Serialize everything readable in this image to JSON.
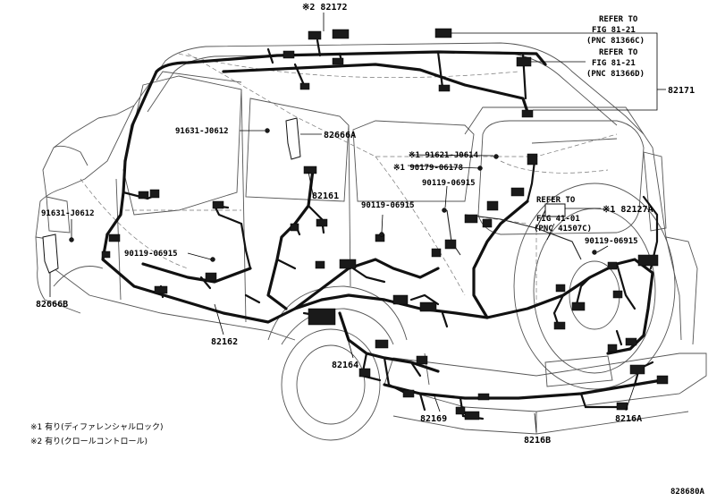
{
  "diagram_id": "828680A",
  "labels": {
    "p82172": "※2 82172",
    "p82171": "82171",
    "p82666A": "82666A",
    "p82666B": "82666B",
    "p82161": "82161",
    "p82162": "82162",
    "p82164": "82164",
    "p82169": "82169",
    "p8216A": "8216A",
    "p8216B": "8216B",
    "p82127A": "※1 82127A",
    "b91631a": "91631-J0612",
    "b91631b": "91631-J0612",
    "b91621": "※1 91621-J0614",
    "b90179": "※1 90179-06178",
    "b90119a": "90119-06915",
    "b90119b": "90119-06915",
    "b90119c": "90119-06915",
    "b90119d": "90119-06915"
  },
  "refer1": [
    "REFER TO",
    "FIG 81-21",
    "(PNC 81366C)"
  ],
  "refer2": [
    "REFER TO",
    "FIG 81-21",
    "(PNC 81366D)"
  ],
  "refer3": [
    "REFER TO",
    "FIG 41-01",
    "(PNC 41507C)"
  ],
  "notes": {
    "note1": "※1 有り(ディファレンシャルロック)",
    "note2": "※2 有り(クロールコントロール)"
  }
}
